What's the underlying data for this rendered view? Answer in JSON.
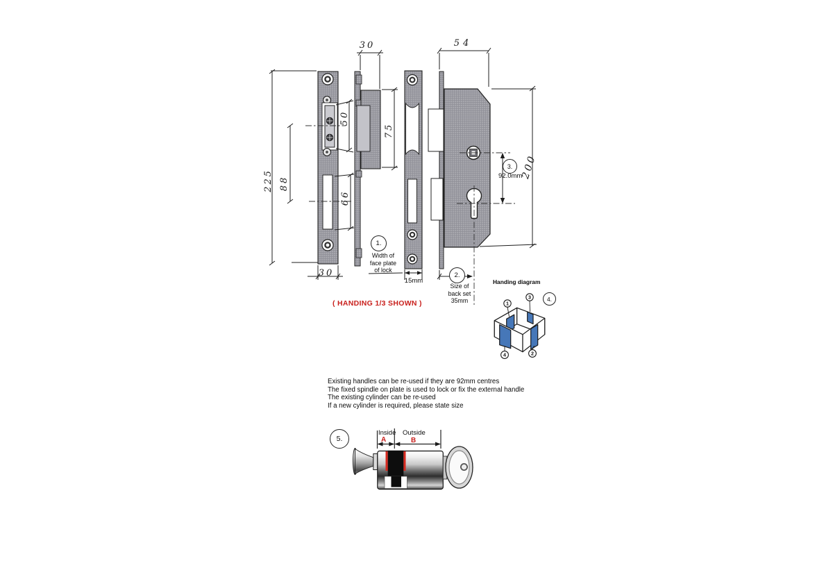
{
  "dims": {
    "strike_plate_height": "225",
    "keep_centres": "88",
    "keep_cutout_height": "50",
    "lower_cutout_height": "66",
    "strike_plate_width": "30",
    "keep_box_depth": "30",
    "keep_box_height": "75",
    "face_plate_width": "15mm",
    "lock_case_depth": "54",
    "lock_case_height": "200",
    "spindle_to_cylinder": "92.0mm"
  },
  "callouts": {
    "c1": "1.",
    "c2": "2.",
    "c3": "3.",
    "c4": "4.",
    "c5": "5."
  },
  "labels": {
    "face_plate_note_1": "Width of",
    "face_plate_note_2": "face plate",
    "face_plate_note_3": "of lock",
    "backset_note_1": "Size of",
    "backset_note_2": "back set",
    "backset_note_3": "35mm",
    "handing_shown": "( HANDING 1/3 SHOWN )",
    "handing_diagram_title": "Handing diagram"
  },
  "handing_positions": {
    "p1": "1",
    "p2": "2",
    "p3": "3",
    "p4": "4"
  },
  "notes": {
    "line1": "Existing handles can be re-used if they are 92mm centres",
    "line2": "The fixed spindle on plate is used to lock or fix the external handle",
    "line3": "The existing cylinder can be re-used",
    "line4": "If a new cylinder is required, please state size"
  },
  "cylinder_diagram": {
    "inside_label": "Inside",
    "outside_label": "Outside",
    "dim_a": "A",
    "dim_b": "B"
  },
  "colors": {
    "annotation_red": "#c9201d",
    "door_blue": "#4677b8",
    "plate_gray": "#a7a7ad"
  }
}
